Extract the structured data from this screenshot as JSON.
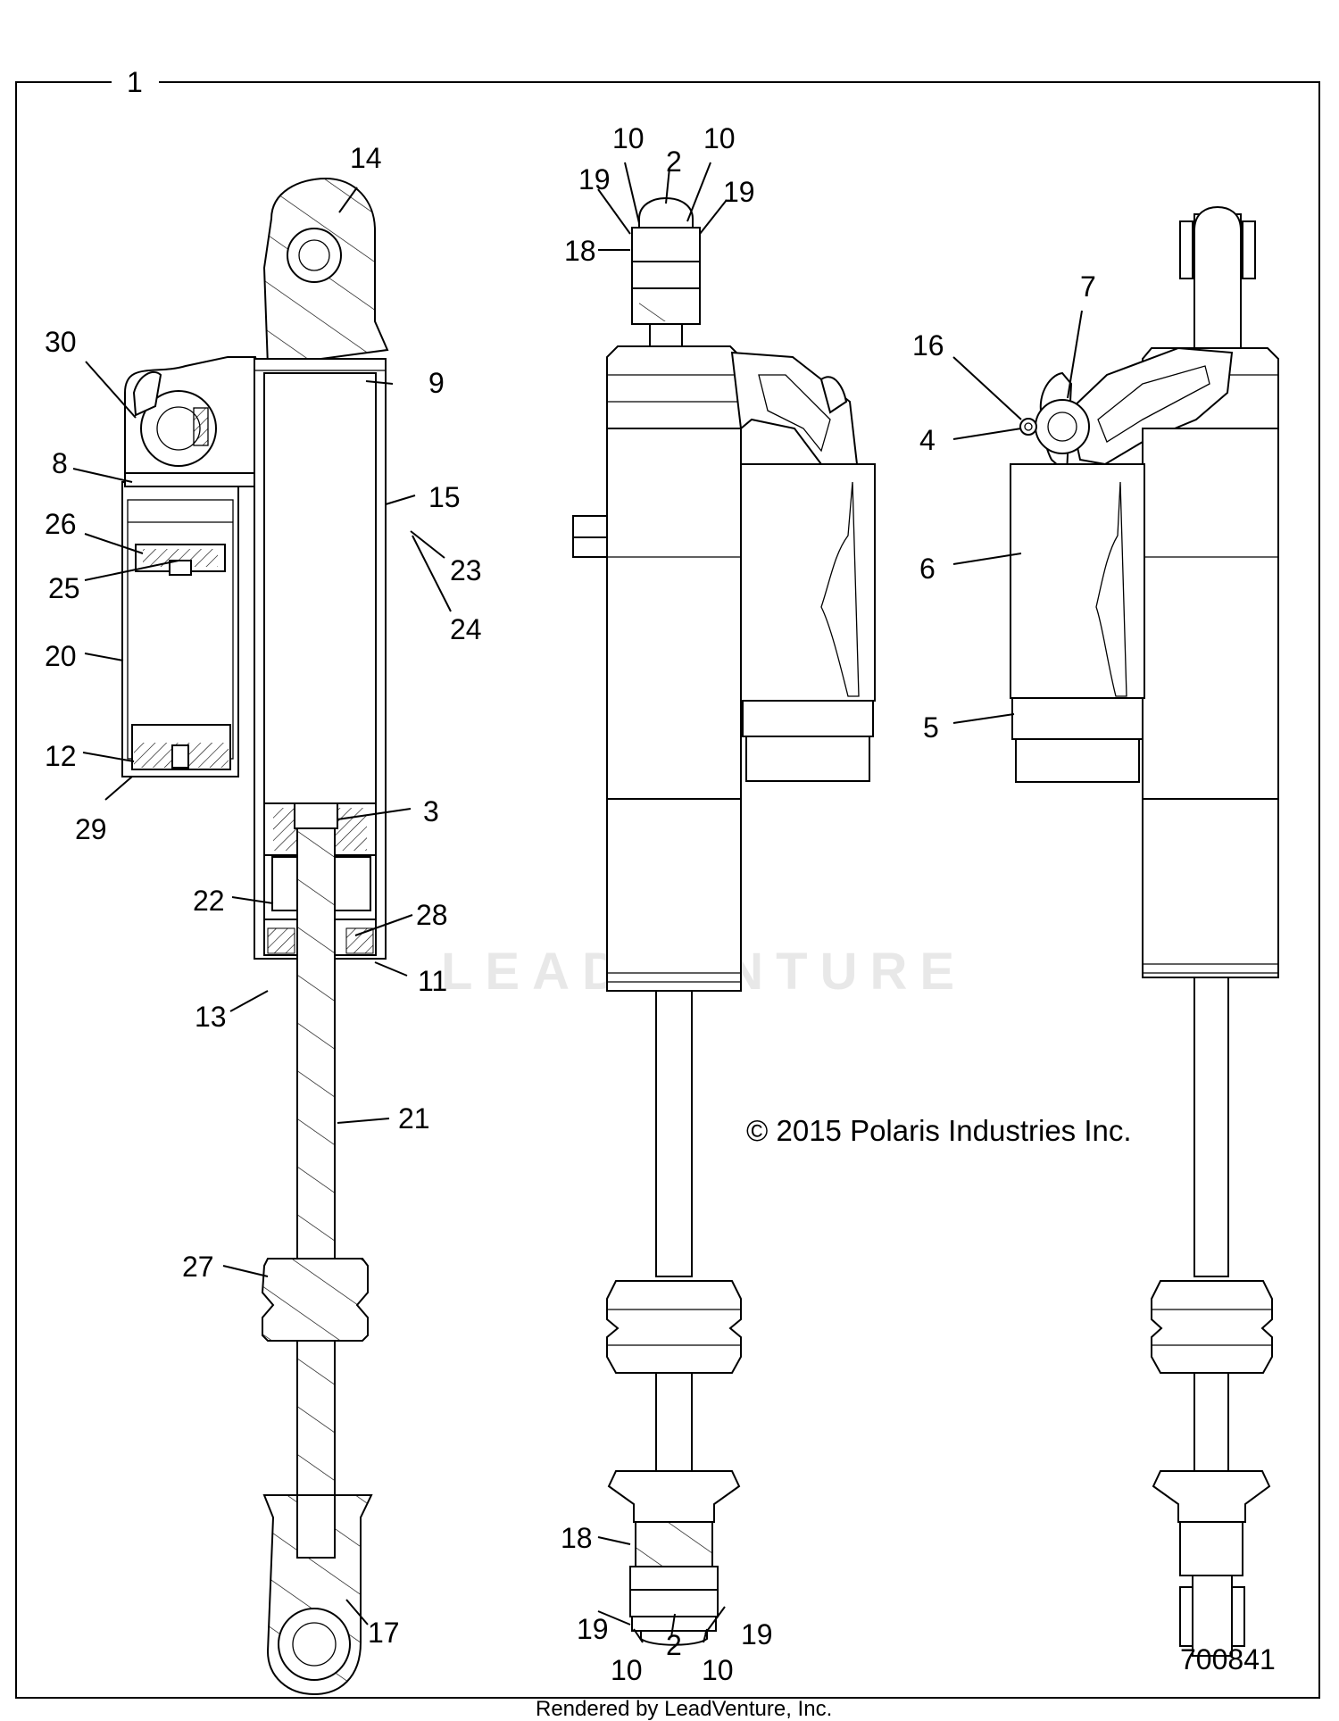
{
  "callouts": {
    "c1": "1",
    "c14": "14",
    "c30": "30",
    "c9": "9",
    "c8": "8",
    "c15": "15",
    "c26": "26",
    "c23": "23",
    "c25": "25",
    "c24": "24",
    "c20": "20",
    "c12": "12",
    "c29": "29",
    "c3": "3",
    "c22": "22",
    "c28": "28",
    "c11": "11",
    "c13": "13",
    "c21": "21",
    "c27": "27",
    "c17": "17",
    "m10a": "10",
    "m10b": "10",
    "m2a": "2",
    "m19a": "19",
    "m19b": "19",
    "m18a": "18",
    "m18b": "18",
    "m19c": "19",
    "m19d": "19",
    "m2b": "2",
    "m10c": "10",
    "m10d": "10",
    "r7": "7",
    "r16": "16",
    "r4": "4",
    "r6": "6",
    "r5": "5"
  },
  "copyright": "© 2015 Polaris Industries Inc.",
  "part_number": "700841",
  "watermark": "LEADVENTURE",
  "footer": "Rendered by LeadVenture, Inc."
}
